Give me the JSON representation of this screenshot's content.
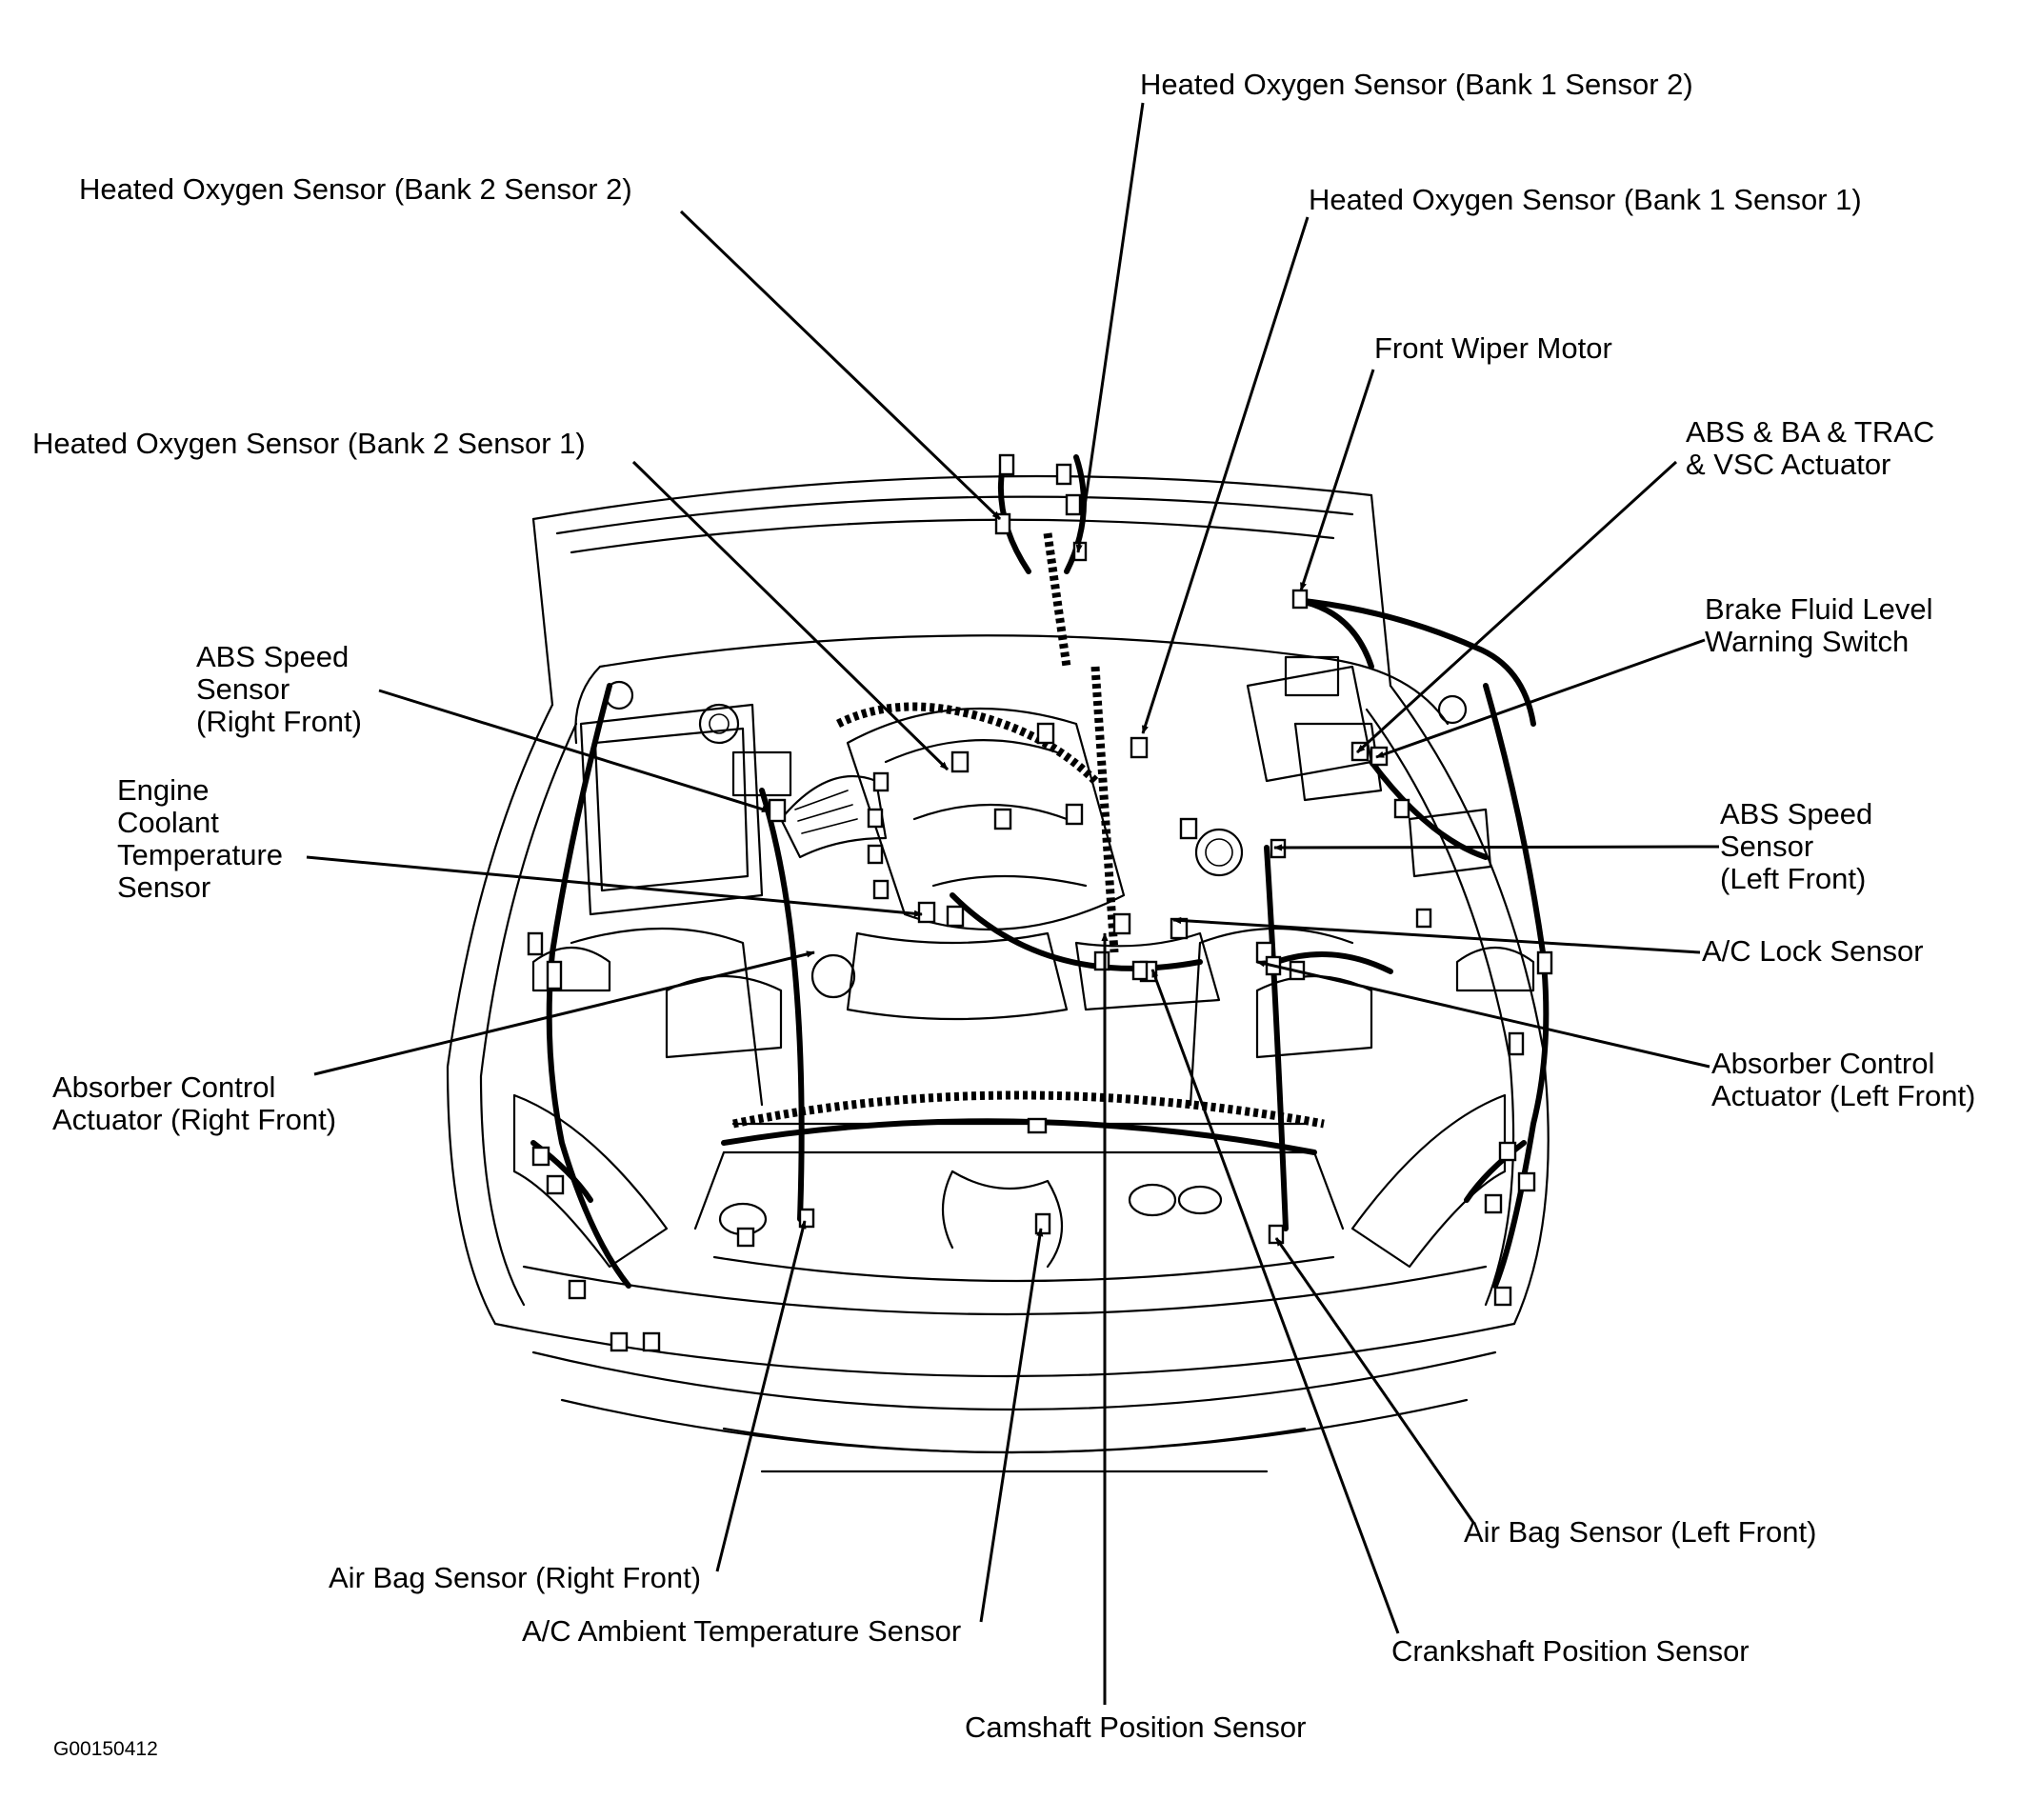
{
  "figure_id": "G00150412",
  "labels": {
    "ho2s_b1s2": "Heated Oxygen Sensor (Bank 1 Sensor 2)",
    "ho2s_b2s2": "Heated Oxygen Sensor (Bank 2 Sensor 2)",
    "ho2s_b1s1": "Heated Oxygen Sensor (Bank 1 Sensor 1)",
    "front_wiper_motor": "Front Wiper Motor",
    "ho2s_b2s1": "Heated Oxygen Sensor (Bank 2 Sensor 1)",
    "abs_actuator": [
      "ABS & BA & TRAC",
      "& VSC Actuator"
    ],
    "brake_fluid_switch": [
      "Brake Fluid Level",
      "Warning Switch"
    ],
    "abs_speed_right": [
      "ABS Speed",
      "Sensor",
      "(Right Front)"
    ],
    "engine_coolant": [
      "Engine",
      "Coolant",
      "Temperature",
      "Sensor"
    ],
    "abs_speed_left": [
      "ABS Speed",
      "Sensor",
      "(Left Front)"
    ],
    "ac_lock_sensor": "A/C Lock Sensor",
    "absorber_right": [
      "Absorber Control",
      "Actuator (Right Front)"
    ],
    "absorber_left": [
      "Absorber Control",
      "Actuator (Left Front)"
    ],
    "airbag_left": "Air Bag Sensor (Left Front)",
    "airbag_right": "Air Bag Sensor (Right Front)",
    "crankshaft": "Crankshaft Position Sensor",
    "ac_ambient": "A/C Ambient Temperature Sensor",
    "camshaft": "Camshaft Position Sensor"
  }
}
